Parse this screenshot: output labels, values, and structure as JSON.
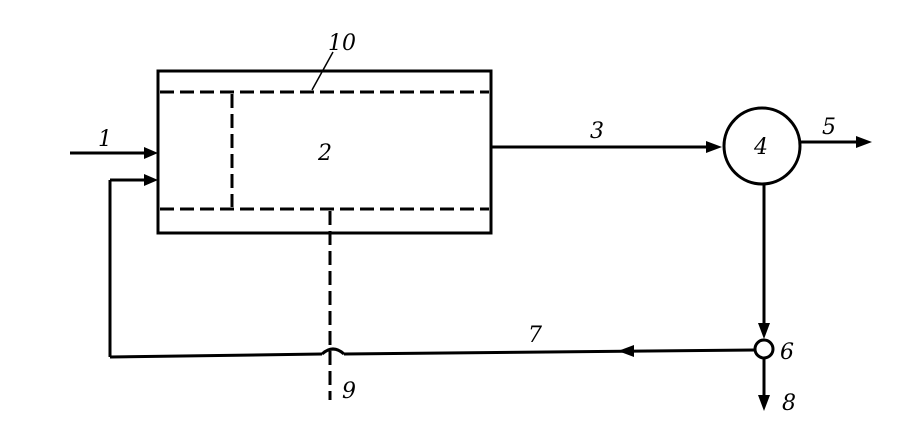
{
  "labels": {
    "feed": "1",
    "vessel": "2",
    "outflow": "3",
    "separator": "4",
    "product": "5",
    "splitter": "6",
    "recycle": "7",
    "purge": "8",
    "drain": "9",
    "element": "10"
  }
}
